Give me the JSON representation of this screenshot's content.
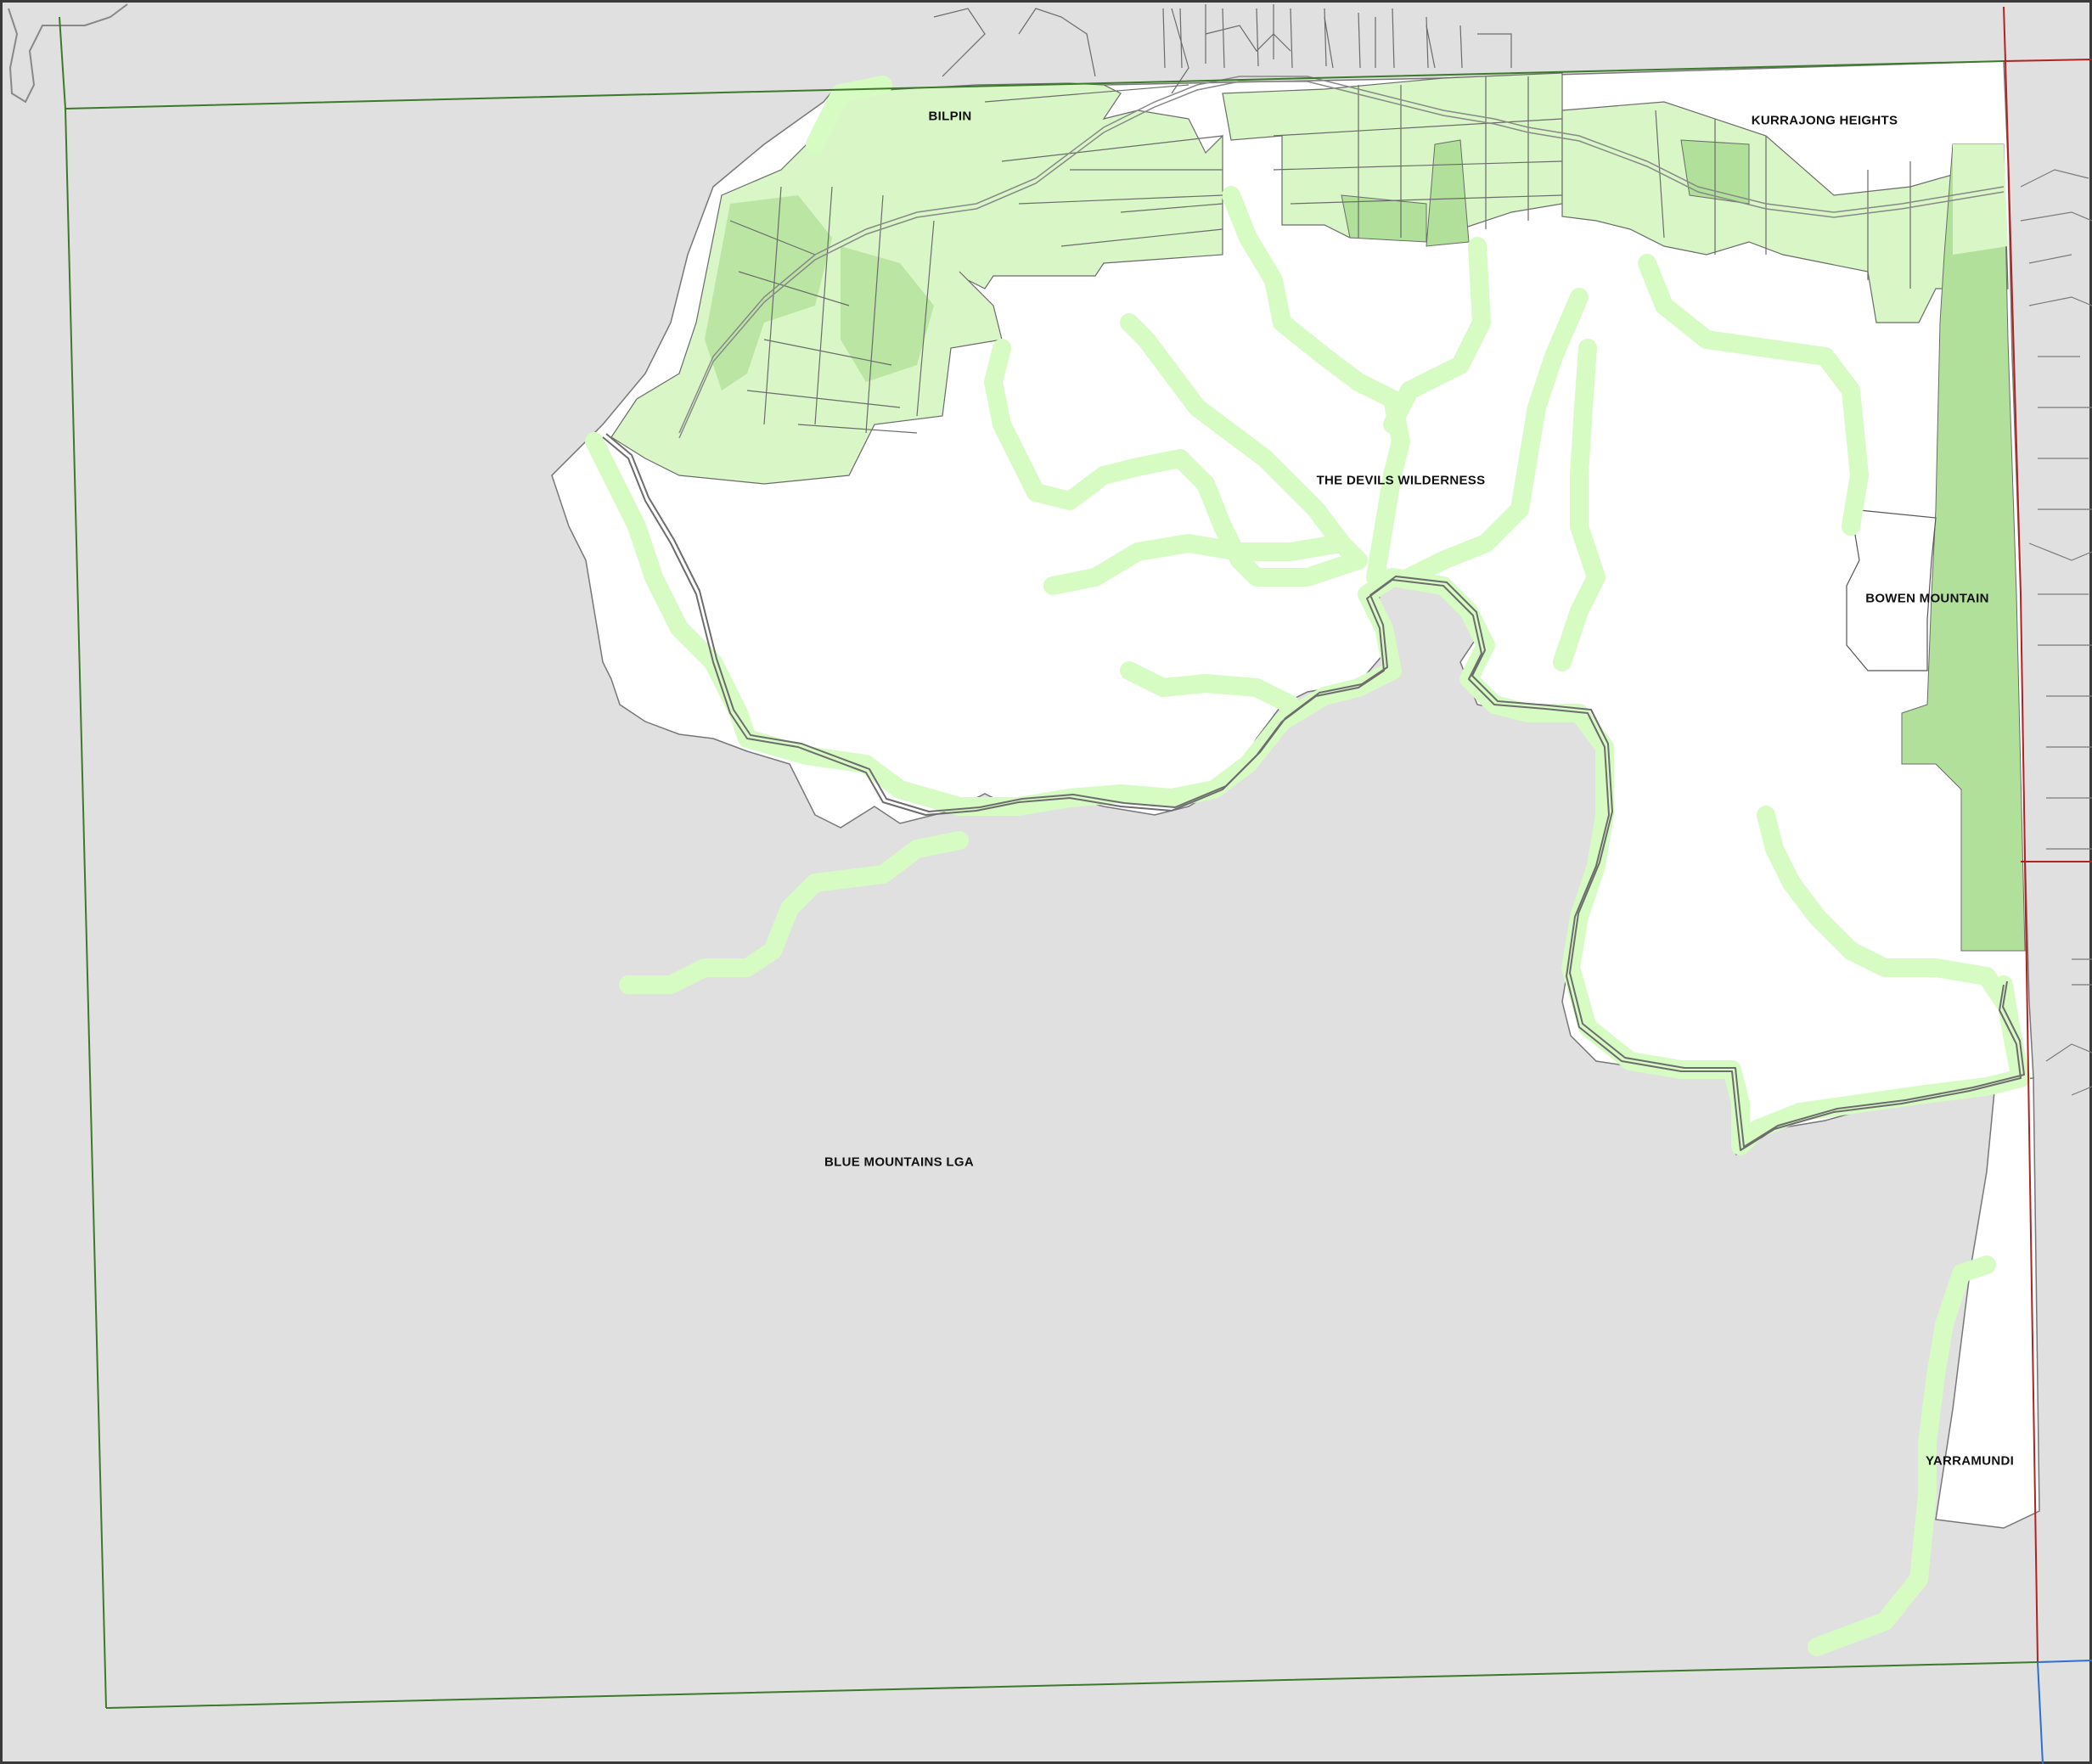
{
  "map": {
    "colors": {
      "outside_area": "#e0e0e0",
      "study_area": "#ffffff",
      "vegetation_light": "#d9f7c6",
      "vegetation_mid": "#c8efb1",
      "vegetation_dark": "#b1e09a",
      "riparian_buffer": "#d6fbc3",
      "river": "#6d6d6d",
      "cadastre": "#555555",
      "lga_boundary_green": "#3c7a2a",
      "lga_boundary_red": "#b22222",
      "lga_boundary_blue": "#2e6fd1"
    },
    "labels": {
      "bilpin": "BILPIN",
      "kurrajong_heights": "KURRAJONG HEIGHTS",
      "devils_wilderness": "THE DEVILS WILDERNESS",
      "bowen_mountain": "BOWEN MOUNTAIN",
      "blue_mountains_lga": "BLUE MOUNTAINS LGA",
      "yarramundi": "YARRAMUNDI"
    }
  }
}
